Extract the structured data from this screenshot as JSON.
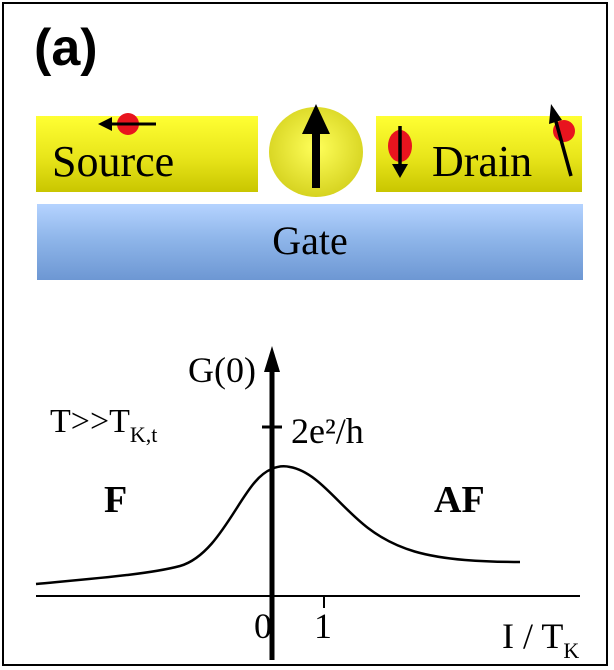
{
  "panel_label": "(a)",
  "device": {
    "source_label": "Source",
    "drain_label": "Drain",
    "gate_label": "Gate",
    "colors": {
      "lead": "#ffff33",
      "gate": "#8fb6ea",
      "electron": "#e8141e",
      "dot": "#ecec3a"
    }
  },
  "plot": {
    "y_label": "G(0)",
    "y_tick_label": "2e²/h",
    "condition_label": "T>>T",
    "condition_subscript": "K,t",
    "left_region_label": "F",
    "right_region_label": "AF",
    "x_tick_0": "0",
    "x_tick_1": "1",
    "x_label": "I / T",
    "x_label_subscript": "K"
  }
}
